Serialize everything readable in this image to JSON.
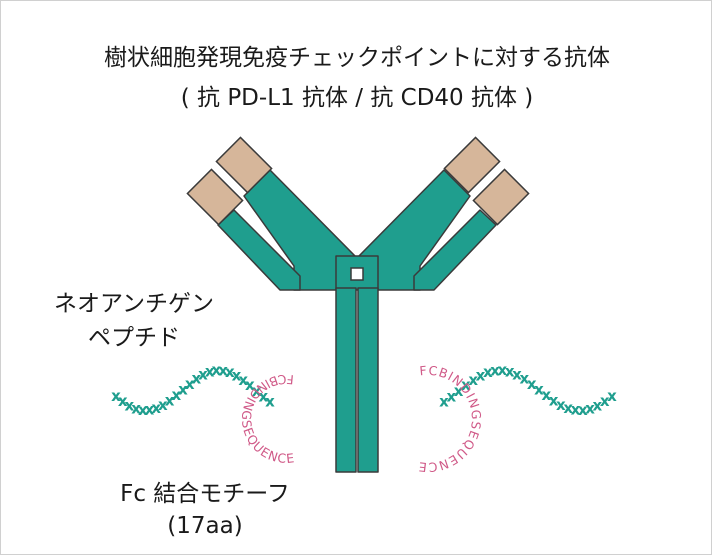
{
  "title": {
    "line1": "樹状細胞発現免疫チェックポイントに対する抗体",
    "line2": "( 抗 PD-L1 抗体 / 抗 CD40 抗体 )"
  },
  "labels": {
    "neoantigen_line1": "ネオアンチゲン",
    "neoantigen_line2": "ペプチド",
    "fc_motif_line1": "Fc 結合モチーフ",
    "fc_motif_line2": "(17aa)"
  },
  "fc_binding_sequence": "FCBINDINGSEQUENCE",
  "peptide_marker": "x",
  "colors": {
    "antibody": "#1f9e8e",
    "antibody_outline": "#3a3a3a",
    "variable_domain": "#d6b69a",
    "peptide": "#1f9e8e",
    "fc_sequence": "#d05a88",
    "text": "#1a1a1a"
  }
}
